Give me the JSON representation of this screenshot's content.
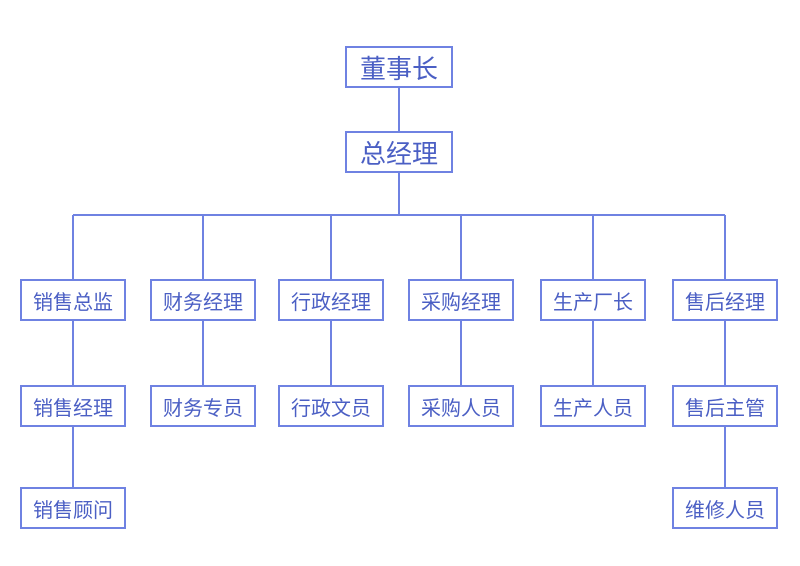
{
  "colors": {
    "line": "#6f82e2",
    "text": "#4b5fc4",
    "fill": "#ffffff"
  },
  "org": {
    "chairman": "董事长",
    "gm": "总经理",
    "departments": [
      {
        "head": "销售总监",
        "members": [
          "销售经理",
          "销售顾问"
        ]
      },
      {
        "head": "财务经理",
        "members": [
          "财务专员"
        ]
      },
      {
        "head": "行政经理",
        "members": [
          "行政文员"
        ]
      },
      {
        "head": "采购经理",
        "members": [
          "采购人员"
        ]
      },
      {
        "head": "生产厂长",
        "members": [
          "生产人员"
        ]
      },
      {
        "head": "售后经理",
        "members": [
          "售后主管",
          "维修人员"
        ]
      }
    ]
  }
}
